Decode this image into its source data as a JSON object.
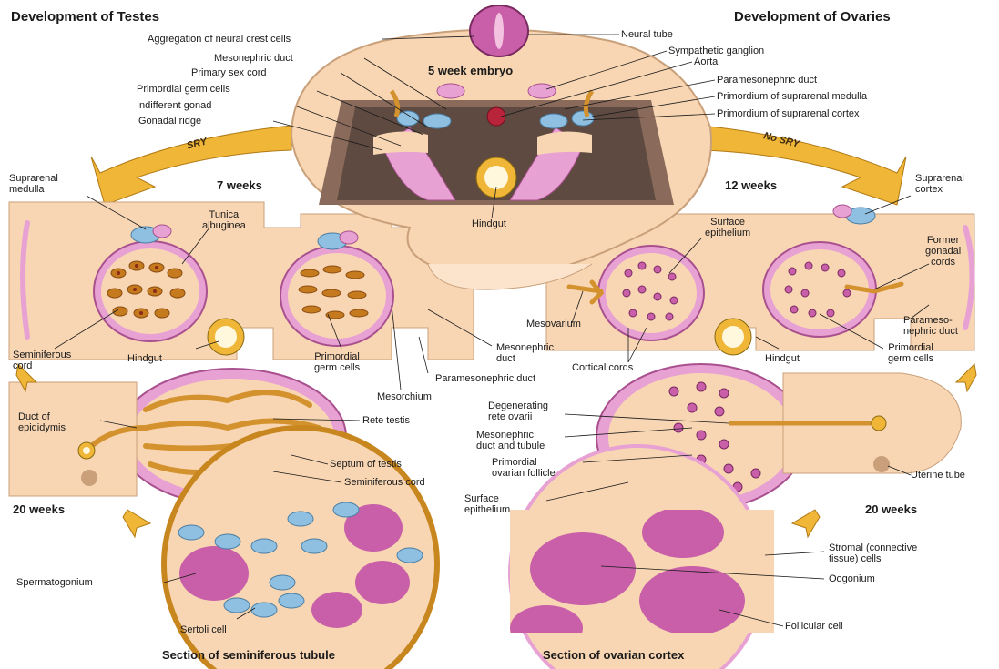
{
  "headings": {
    "testes": "Development of Testes",
    "ovaries": "Development of Ovaries",
    "embryo": "5 week embryo",
    "w7": "7 weeks",
    "w12": "12 weeks",
    "w20_left": "20 weeks",
    "w20_right": "20 weeks",
    "sem_section": "Section of seminiferous tubule",
    "ov_section": "Section of ovarian cortex"
  },
  "arrows": {
    "sry": "SRY",
    "no_sry": "No SRY"
  },
  "labels": {
    "aggregation": "Aggregation of neural crest cells",
    "neural_tube": "Neural tube",
    "mesonephric_duct_top": "Mesonephric duct",
    "symp_ganglion": "Sympathetic ganglion",
    "primary_sex_cord": "Primary sex cord",
    "aorta": "Aorta",
    "primordial_germ_top": "Primordial germ cells",
    "paramesonephric_top": "Paramesonephric duct",
    "indifferent_gonad": "Indifferent gonad",
    "prim_supra_medulla": "Primordium of suprarenal medulla",
    "gonadal_ridge": "Gonadal ridge",
    "prim_supra_cortex": "Primordium of suprarenal cortex",
    "suprarenal_medulla": "Suprarenal\nmedulla",
    "suprarenal_cortex": "Suprarenal\ncortex",
    "tunica_albuginea": "Tunica\nalbuginea",
    "hindgut_center": "Hindgut",
    "surface_epithelium_top": "Surface\nepithelium",
    "former_gonadal_cords": "Former\ngonadal\ncords",
    "mesovarium": "Mesovarium",
    "paramesonephric_right": "Parameso-\nnephric duct",
    "seminiferous_cord_left": "Seminiferous\ncord",
    "hindgut_left": "Hindgut",
    "primordial_germ_mid": "Primordial\ngerm cells",
    "mesonephric_duct_mid": "Mesonephric\nduct",
    "cortical_cords": "Cortical cords",
    "hindgut_right": "Hindgut",
    "primordial_germ_right": "Primordial\ngerm cells",
    "paramesonephric_mid": "Paramesonephric duct",
    "mesorchium": "Mesorchium",
    "duct_epididymis": "Duct of\nepididymis",
    "rete_testis": "Rete testis",
    "septum_testis": "Septum of testis",
    "seminiferous_cord_low": "Seminiferous cord",
    "degenerating_rete": "Degenerating\nrete ovarii",
    "mesonephric_tubule": "Mesonephric\nduct and tubule",
    "primordial_follicle": "Primordial\novarian follicle",
    "surface_epithelium_low": "Surface\nepithelium",
    "uterine_tube": "Uterine tube",
    "spermatogonium": "Spermatogonium",
    "sertoli": "Sertoli cell",
    "stromal": "Stromal (connective\ntissue) cells",
    "oogonium": "Oogonium",
    "follicular": "Follicular cell"
  },
  "colors": {
    "tissue": "#f8d6b3",
    "tissue_edge": "#c9a07a",
    "pink": "#e7a2d3",
    "magenta": "#c85fa8",
    "arrow": "#f0b638",
    "cord": "#d4922e",
    "blue": "#8fc0e2"
  }
}
